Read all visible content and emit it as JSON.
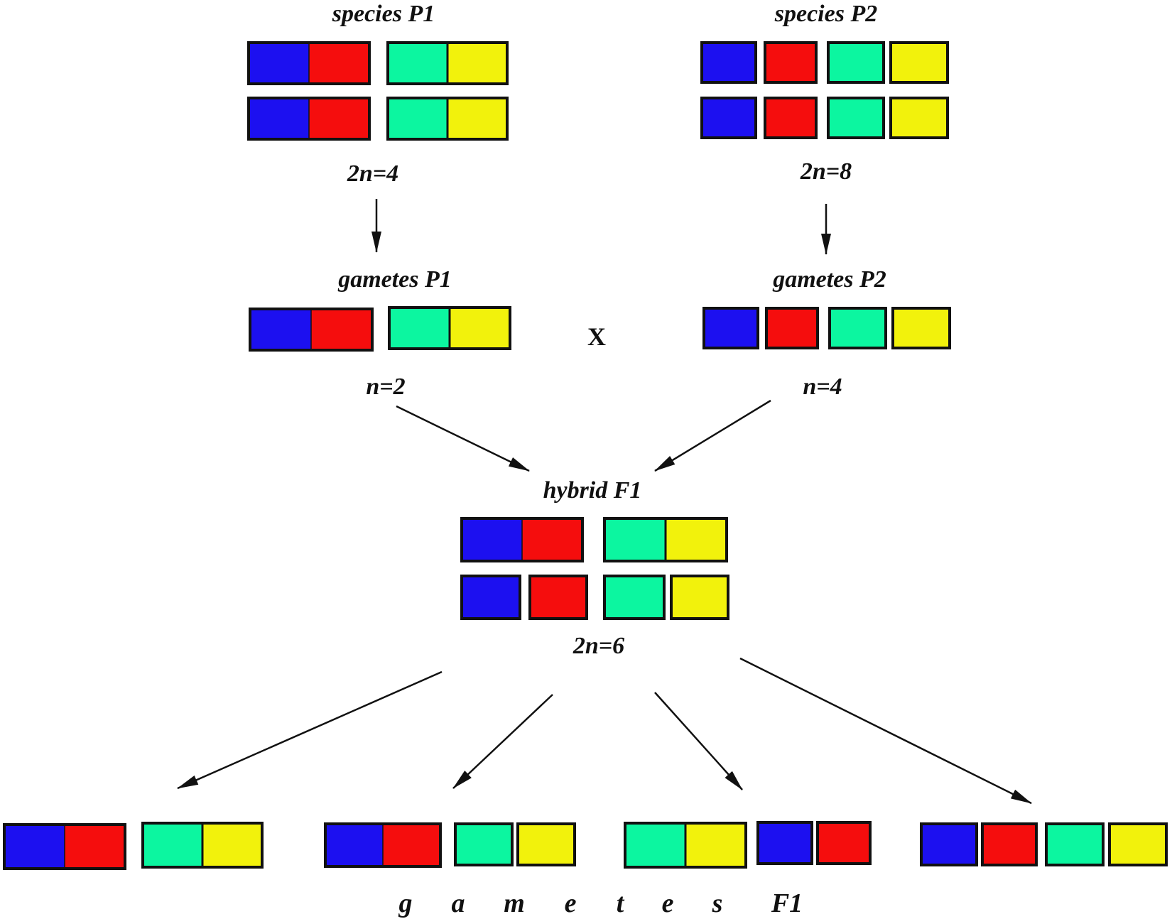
{
  "labels": {
    "species_p1": "species P1",
    "species_p2": "species P2",
    "p1_chromosome_number": "2n=4",
    "p2_chromosome_number": "2n=8",
    "gametes_p1": "gametes P1",
    "gametes_p2": "gametes P2",
    "cross_symbol": "X",
    "gametes_p1_number": "n=2",
    "gametes_p2_number": "n=4",
    "hybrid_f1": "hybrid F1",
    "hybrid_chromosome_number": "2n=6",
    "gametes_f1_letters": [
      "g",
      "a",
      "m",
      "e",
      "t",
      "e",
      "s"
    ],
    "gametes_f1_suffix": "F1"
  },
  "colors": {
    "blue": "#1c10f0",
    "red": "#f50d0d",
    "green": "#0cf6a0",
    "yellow": "#f2f20c",
    "outline": "#111111"
  }
}
